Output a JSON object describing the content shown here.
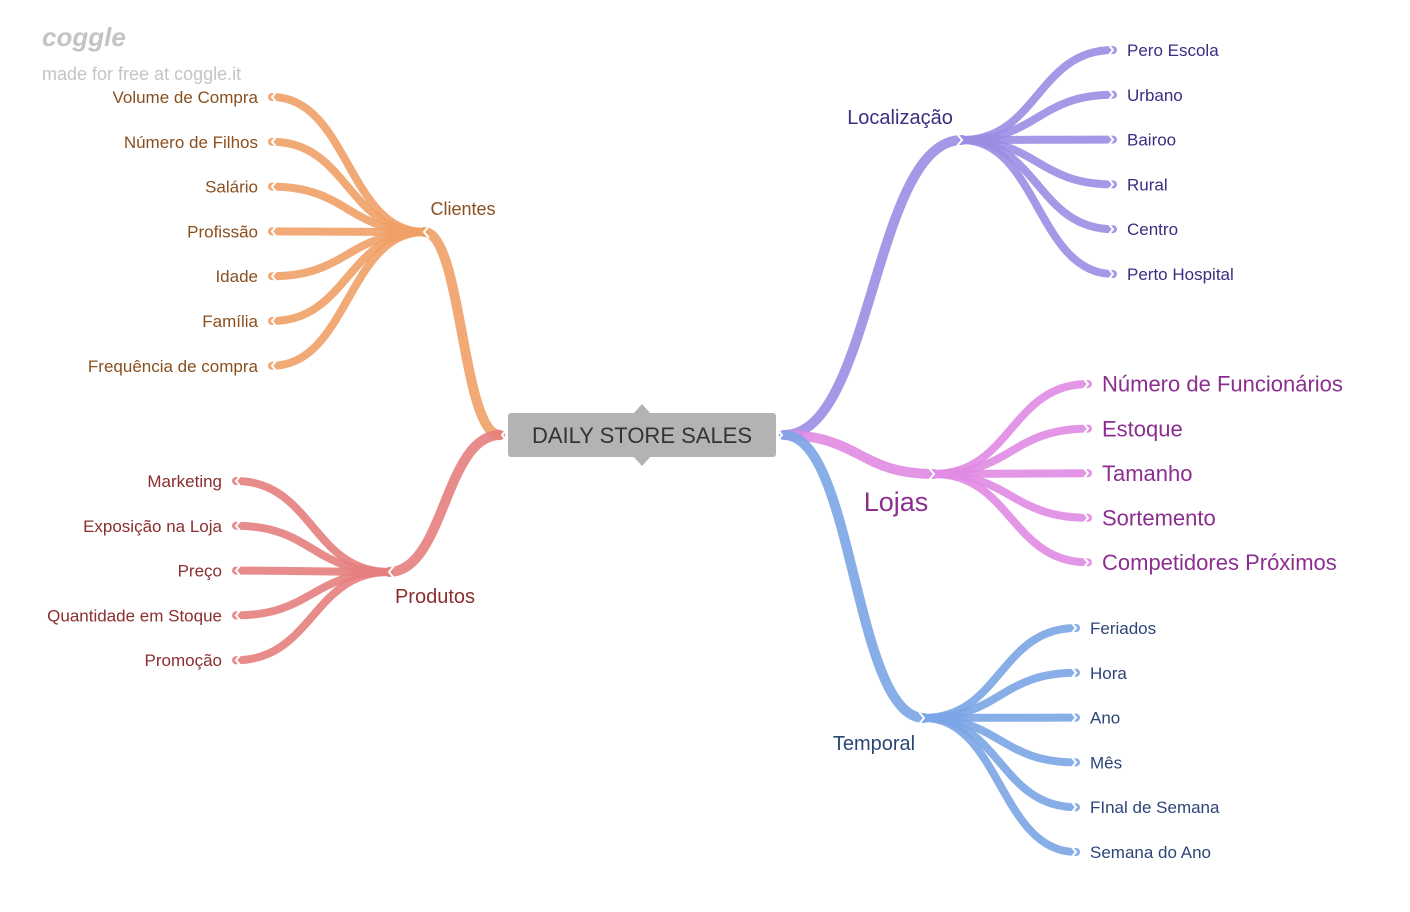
{
  "brand": {
    "logo": "coggle",
    "tagline": "made for free at coggle.it"
  },
  "colors": {
    "root_fill": "#b3b3b3",
    "root_text": "#333333",
    "clientes": "#f0a067",
    "clientes_text": "#8a4f1f",
    "produtos": "#e67e7e",
    "produtos_text": "#8b2e2e",
    "localizacao": "#9b8de3",
    "localizacao_text": "#3b2d82",
    "lojas": "#e08be3",
    "lojas_text": "#8b2e8f",
    "temporal": "#7ba5e6",
    "temporal_text": "#2c4577"
  },
  "root": {
    "label": "DAILY STORE SALES"
  },
  "branches": {
    "clientes": {
      "label": "Clientes",
      "items": [
        "Volume de Compra",
        "Número de Filhos",
        "Salário",
        "Profissão",
        "Idade",
        "Família",
        "Frequência de compra"
      ]
    },
    "produtos": {
      "label": "Produtos",
      "items": [
        "Marketing",
        "Exposição na Loja",
        "Preço",
        "Quantidade em Stoque",
        "Promoção"
      ]
    },
    "localizacao": {
      "label": "Localização",
      "items": [
        "Pero Escola",
        "Urbano",
        "Bairoo",
        "Rural",
        "Centro",
        "Perto Hospital"
      ]
    },
    "lojas": {
      "label": "Lojas",
      "items": [
        "Número de Funcionários",
        "Estoque",
        "Tamanho",
        "Sortemento",
        "Competidores Próximos"
      ]
    },
    "temporal": {
      "label": "Temporal",
      "items": [
        "Feriados",
        "Hora",
        "Ano",
        "Mês",
        "FInal de Semana",
        "Semana do Ano"
      ]
    }
  }
}
